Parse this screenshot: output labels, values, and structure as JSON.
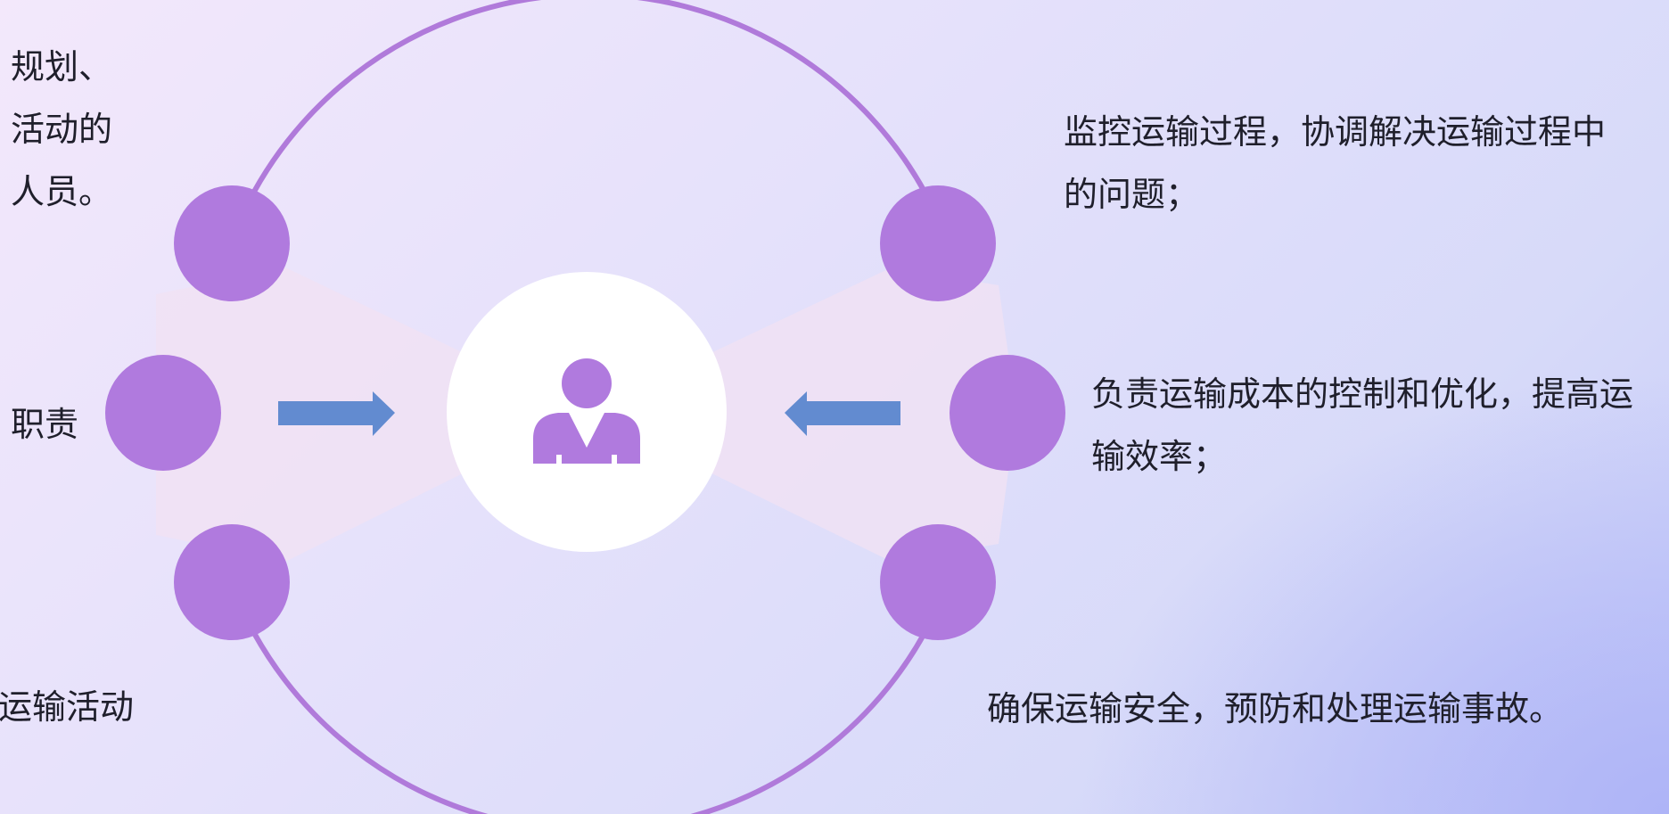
{
  "center_label": "职责",
  "center_icon": "person-icon",
  "colors": {
    "ring": "#b07ada",
    "node": "#b07ade",
    "arrow": "#628bd0",
    "glow": "#f1e0f0",
    "center_disc": "#ffffff",
    "text": "#1f1f2b"
  },
  "left_items": {
    "top": {
      "lines": [
        "规划、",
        "活动的",
        "人员。"
      ]
    },
    "bottom": {
      "lines": [
        "运输活动"
      ]
    }
  },
  "right_items": {
    "top": {
      "lines": [
        "监控运输过程，协调解决运输过程中",
        "的问题；"
      ]
    },
    "middle": {
      "lines": [
        "负责运输成本的控制和优化，提高运",
        "输效率；"
      ]
    },
    "bottom": {
      "lines": [
        "确保运输安全，预防和处理运输事故。"
      ]
    }
  }
}
